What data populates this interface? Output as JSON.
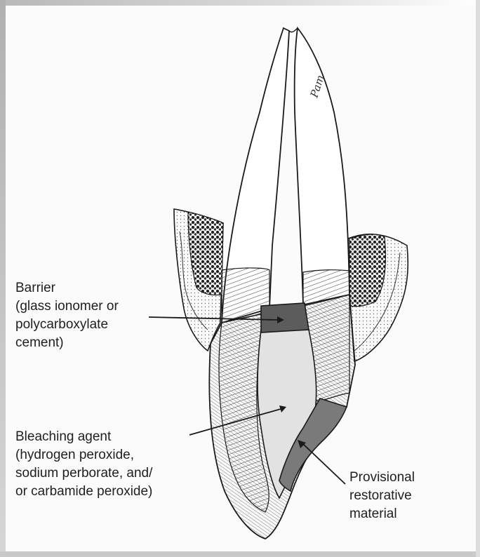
{
  "labels": {
    "barrier": [
      "Barrier",
      "(glass ionomer or",
      "polycarboxylate",
      "cement)"
    ],
    "bleaching": [
      "Bleaching agent",
      "(hydrogen peroxide,",
      "sodium perborate, and/",
      "or carbamide peroxide)"
    ],
    "provisional": [
      "Provisional",
      "restorative",
      "material"
    ]
  },
  "signature": "Pam",
  "colors": {
    "line": "#1a1a1a",
    "barrier_fill": "#5c5c5c",
    "provisional_fill": "#7a7a7a",
    "bleach_fill": "#d8d8d8",
    "bone_fill": "#2b2b2b",
    "background": "#fbfbfb"
  }
}
